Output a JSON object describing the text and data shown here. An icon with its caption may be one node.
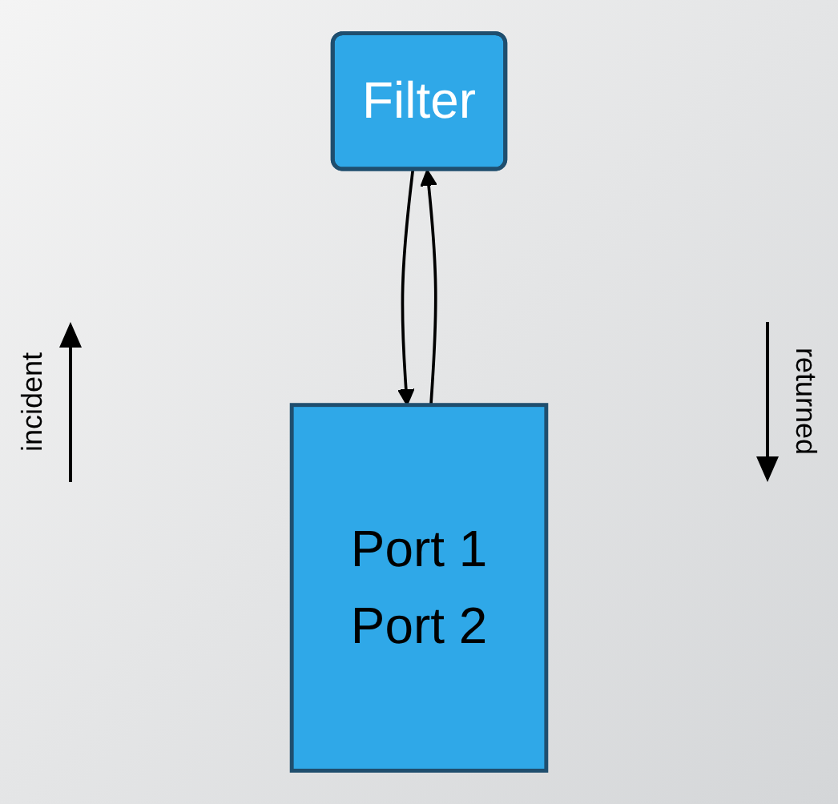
{
  "diagram": {
    "nodes": [
      {
        "text": [
          "Filter"
        ]
      },
      {
        "text": [
          "Port 1",
          "Port 2"
        ]
      }
    ],
    "edges": [
      {
        "from": 1,
        "to": 0,
        "arrow": "to"
      },
      {
        "from": 0,
        "to": 1,
        "arrow": "to"
      }
    ],
    "labels": [
      "incident",
      "returned"
    ]
  }
}
